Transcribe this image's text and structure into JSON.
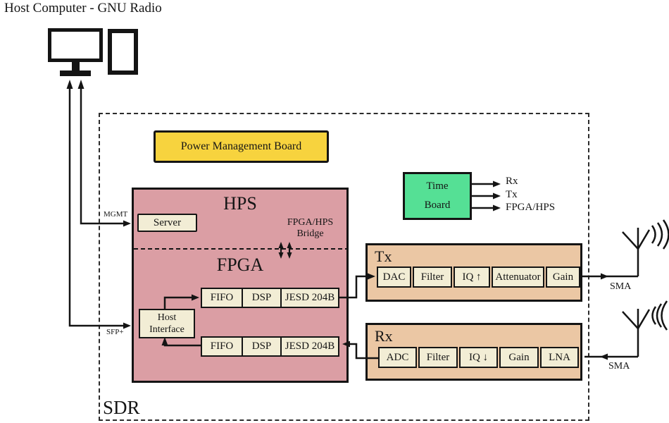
{
  "title": "Host Computer - GNU Radio",
  "sdr_label": "SDR",
  "colors": {
    "board_pink": "#DB9EA4",
    "board_tan": "#EBC7A4",
    "cell_cream": "#F2EDD5",
    "power_yellow": "#F7D33E",
    "time_green": "#55E095",
    "line_black": "#141414"
  },
  "icons": {
    "computer": "desktop-computer-icon",
    "tx_antenna": "antenna-waves-out-icon",
    "rx_antenna": "antenna-waves-in-icon",
    "bridge": "double-arrow-icon"
  },
  "power_board": {
    "label": "Power Management Board"
  },
  "time_board": {
    "name_line1": "Time",
    "name_line2": "Board",
    "outputs": [
      "Rx",
      "Tx",
      "FPGA/HPS"
    ]
  },
  "host_links": {
    "mgmt": "MGMT",
    "sfp": "SFP+"
  },
  "soc": {
    "hps": "HPS",
    "fpga": "FPGA",
    "server": "Server",
    "bridge_line1": "FPGA/HPS",
    "bridge_line2": "Bridge",
    "host_interface_line1": "Host",
    "host_interface_line2": "Interface",
    "tx_chain": [
      "FIFO",
      "DSP",
      "JESD 204B"
    ],
    "rx_chain": [
      "FIFO",
      "DSP",
      "JESD 204B"
    ]
  },
  "tx": {
    "label": "Tx",
    "chain": [
      "DAC",
      "Filter",
      "IQ ↑",
      "Attenuator",
      "Gain"
    ],
    "connector": "SMA"
  },
  "rx": {
    "label": "Rx",
    "chain": [
      "ADC",
      "Filter",
      "IQ ↓",
      "Gain",
      "LNA"
    ],
    "connector": "SMA"
  }
}
